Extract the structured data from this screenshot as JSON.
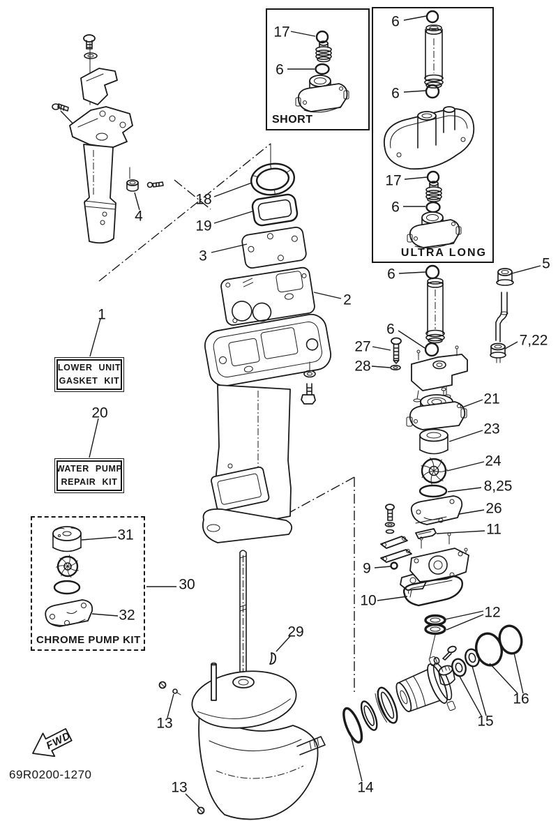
{
  "diagram": {
    "part_code": "69R0200-1270",
    "fwd_label": "FWD",
    "boxes": {
      "short_label": "SHORT",
      "ultra_long_label": "ULTRA LONG",
      "chrome_pump_label": "CHROME PUMP KIT",
      "lower_unit_line1": "LOWER UNIT",
      "lower_unit_line2": "GASKET KIT",
      "water_pump_line1": "WATER PUMP",
      "water_pump_line2": "REPAIR KIT"
    },
    "colors": {
      "ink": "#1a1a1a",
      "background": "#ffffff"
    },
    "callouts": [
      {
        "label": "4"
      },
      {
        "label": "18"
      },
      {
        "label": "19"
      },
      {
        "label": "3"
      },
      {
        "label": "2"
      },
      {
        "label": "1"
      },
      {
        "label": "20"
      },
      {
        "label": "17"
      },
      {
        "label": "6"
      },
      {
        "label": "6"
      },
      {
        "label": "6"
      },
      {
        "label": "17"
      },
      {
        "label": "6"
      },
      {
        "label": "5"
      },
      {
        "label": "7,22"
      },
      {
        "label": "6"
      },
      {
        "label": "27"
      },
      {
        "label": "28"
      },
      {
        "label": "6"
      },
      {
        "label": "21"
      },
      {
        "label": "23"
      },
      {
        "label": "24"
      },
      {
        "label": "8,25"
      },
      {
        "label": "26"
      },
      {
        "label": "11"
      },
      {
        "label": "9"
      },
      {
        "label": "10"
      },
      {
        "label": "12"
      },
      {
        "label": "16"
      },
      {
        "label": "15"
      },
      {
        "label": "14"
      },
      {
        "label": "29"
      },
      {
        "label": "13"
      },
      {
        "label": "13"
      },
      {
        "label": "30"
      },
      {
        "label": "31"
      },
      {
        "label": "32"
      }
    ]
  }
}
